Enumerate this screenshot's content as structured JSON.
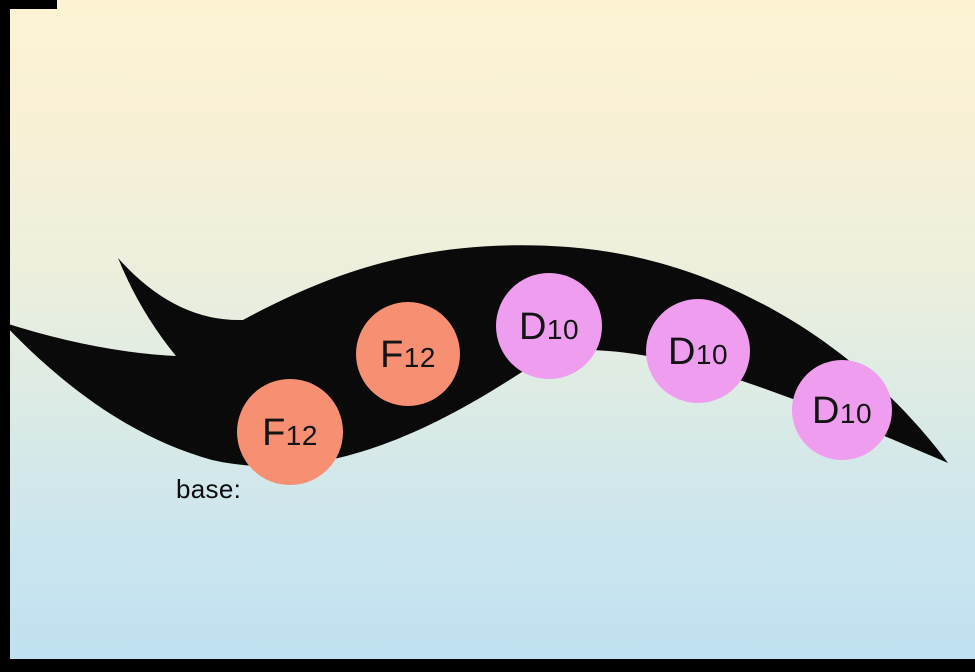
{
  "figure": {
    "base_label": "base:",
    "stroke_color": "#0a0a0a",
    "background": {
      "top": "#fdf3d3",
      "bottom": "#bfe1f2"
    },
    "frame_border_color": "#000000",
    "nodes": [
      {
        "id": "f12-1",
        "main": "F",
        "sub": "12",
        "fill": "#f78f73"
      },
      {
        "id": "f12-2",
        "main": "F",
        "sub": "12",
        "fill": "#f78f73"
      },
      {
        "id": "d10-1",
        "main": "D",
        "sub": "10",
        "fill": "#ee9def"
      },
      {
        "id": "d10-2",
        "main": "D",
        "sub": "10",
        "fill": "#ee9def"
      },
      {
        "id": "d10-3",
        "main": "D",
        "sub": "10",
        "fill": "#ee9def"
      }
    ]
  }
}
